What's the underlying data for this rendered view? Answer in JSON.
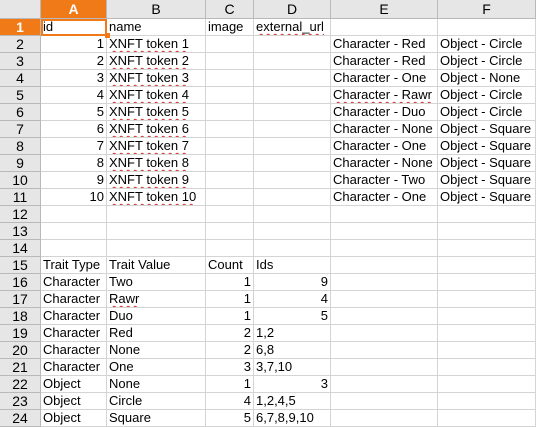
{
  "columns": [
    "A",
    "B",
    "C",
    "D",
    "E",
    "F"
  ],
  "header_row": [
    "id",
    "name",
    "image",
    "external_url",
    "",
    ""
  ],
  "token_rows": [
    {
      "row": "2",
      "id": "1",
      "name": "XNFT token 1",
      "e": "Character - Red",
      "f": "Object - Circle"
    },
    {
      "row": "3",
      "id": "2",
      "name": "XNFT token 2",
      "e": "Character - Red",
      "f": "Object - Circle"
    },
    {
      "row": "4",
      "id": "3",
      "name": "XNFT token 3",
      "e": "Character - One",
      "f": "Object - None"
    },
    {
      "row": "5",
      "id": "4",
      "name": "XNFT token 4",
      "e": "Character - Rawr",
      "f": "Object - Circle"
    },
    {
      "row": "6",
      "id": "5",
      "name": "XNFT token 5",
      "e": "Character - Duo",
      "f": "Object - Circle"
    },
    {
      "row": "7",
      "id": "6",
      "name": "XNFT token 6",
      "e": "Character - None",
      "f": "Object - Square"
    },
    {
      "row": "8",
      "id": "7",
      "name": "XNFT token 7",
      "e": "Character - One",
      "f": "Object - Square"
    },
    {
      "row": "9",
      "id": "8",
      "name": "XNFT token 8",
      "e": "Character - None",
      "f": "Object - Square"
    },
    {
      "row": "10",
      "id": "9",
      "name": "XNFT token 9",
      "e": "Character - Two",
      "f": "Object - Square"
    },
    {
      "row": "11",
      "id": "10",
      "name": "XNFT token 10",
      "e": "Character - One",
      "f": "Object - Square"
    }
  ],
  "empty_rows": [
    "12",
    "13",
    "14"
  ],
  "trait_header": {
    "row": "15",
    "a": "Trait Type",
    "b": "Trait Value",
    "c": "Count",
    "d": "Ids"
  },
  "trait_rows": [
    {
      "row": "16",
      "type": "Character",
      "value": "Two",
      "count": "1",
      "ids": "9",
      "ids_numeric": true
    },
    {
      "row": "17",
      "type": "Character",
      "value": "Rawr",
      "count": "1",
      "ids": "4",
      "ids_numeric": true
    },
    {
      "row": "18",
      "type": "Character",
      "value": "Duo",
      "count": "1",
      "ids": "5",
      "ids_numeric": true
    },
    {
      "row": "19",
      "type": "Character",
      "value": "Red",
      "count": "2",
      "ids": "1,2",
      "ids_numeric": false
    },
    {
      "row": "20",
      "type": "Character",
      "value": "None",
      "count": "2",
      "ids": "6,8",
      "ids_numeric": false
    },
    {
      "row": "21",
      "type": "Character",
      "value": "One",
      "count": "3",
      "ids": "3,7,10",
      "ids_numeric": false
    },
    {
      "row": "22",
      "type": "Object",
      "value": "None",
      "count": "1",
      "ids": "3",
      "ids_numeric": true
    },
    {
      "row": "23",
      "type": "Object",
      "value": "Circle",
      "count": "4",
      "ids": "1,2,4,5",
      "ids_numeric": false
    },
    {
      "row": "24",
      "type": "Object",
      "value": "Square",
      "count": "5",
      "ids": "6,7,8,9,10",
      "ids_numeric": false
    }
  ],
  "selection": {
    "active_cell": "A1",
    "active_row": "1",
    "active_column": "A"
  },
  "colors": {
    "accent": "#f07a18",
    "header_bg": "#e6e6e6",
    "grid": "#d4d4d4",
    "spellcheck": "#d03030"
  }
}
